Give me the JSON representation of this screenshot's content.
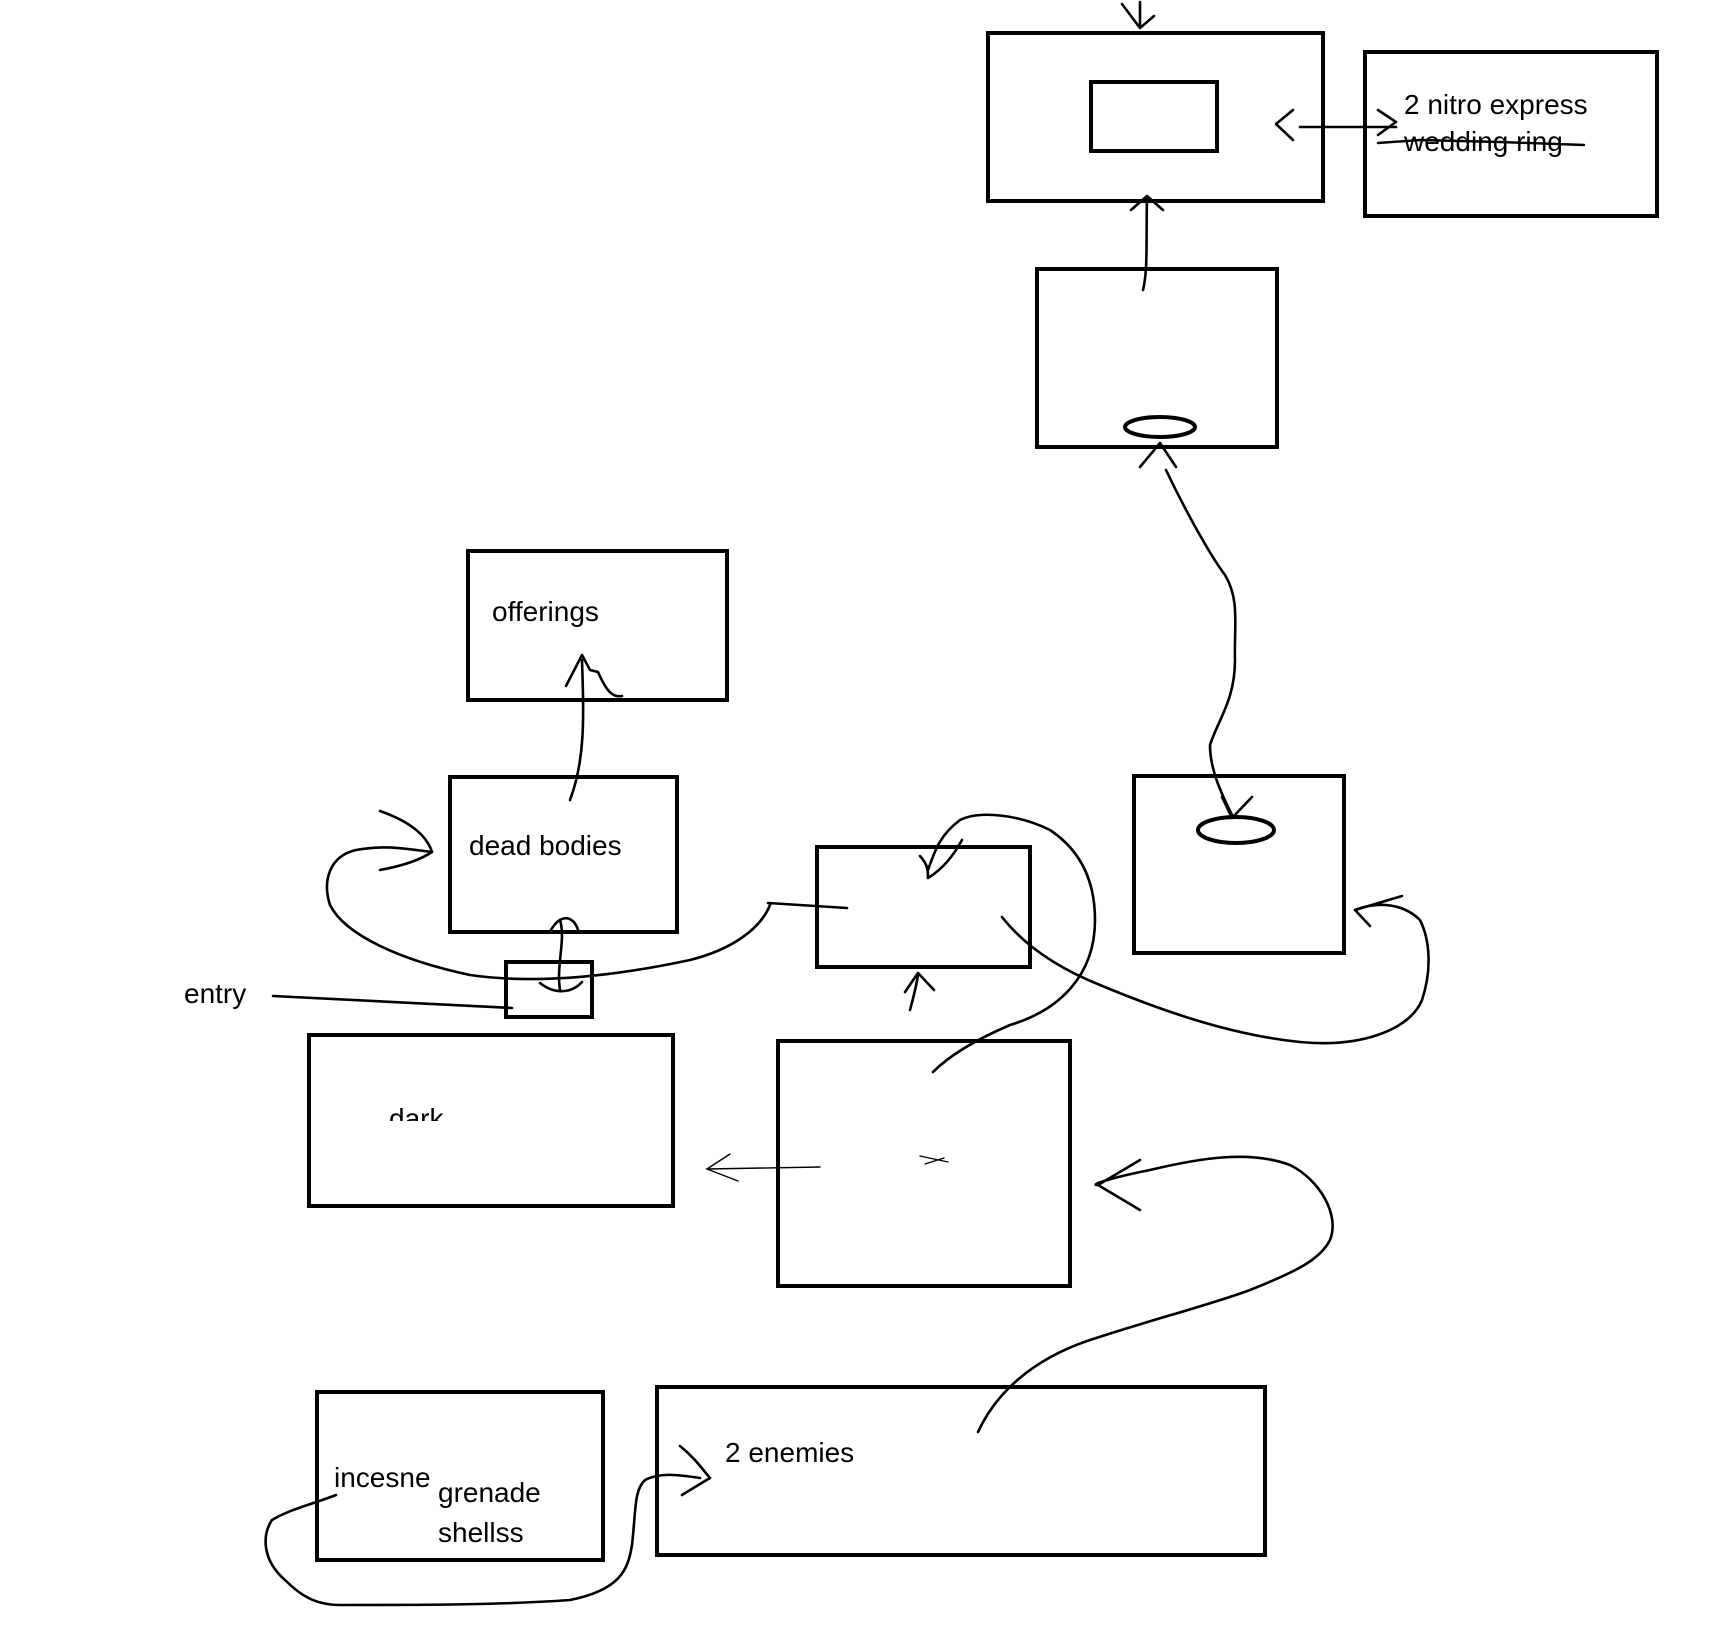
{
  "labels": {
    "nitro": "2 nitro express",
    "ring": "wedding ring",
    "offerings": "offerings",
    "dead_bodies": "dead bodies",
    "entry": "entry",
    "dark": "dark",
    "enemies": "2 enemies",
    "incense": "incesne",
    "grenade": "grenade",
    "shells": "shellss"
  }
}
